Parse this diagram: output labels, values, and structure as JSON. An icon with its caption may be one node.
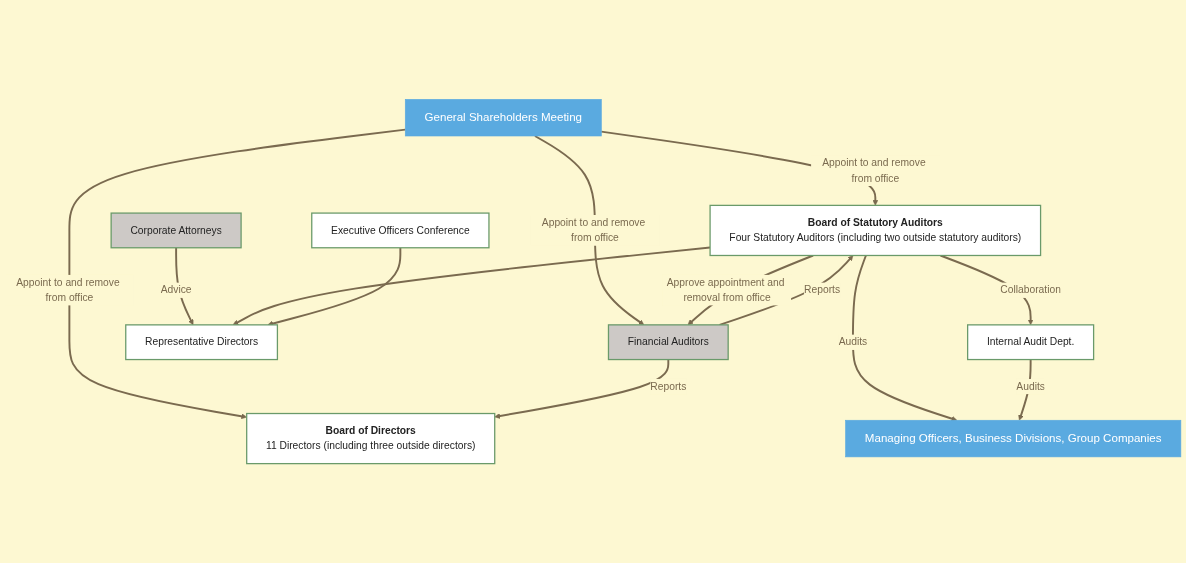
{
  "diagram": {
    "nodes": [
      {
        "text": [
          "General Shareholders Meeting"
        ]
      },
      {
        "text": [
          "Board of Directors",
          "11 Directors (including three outside directors)"
        ]
      },
      {
        "text": [
          "Board of Statutory Auditors",
          "Four Statutory Auditors (including two outside statutory auditors)"
        ]
      },
      {
        "text": [
          "Financial Auditors"
        ]
      },
      {
        "text": [
          "Corporate Attorneys"
        ]
      },
      {
        "text": [
          "Representative Directors"
        ]
      },
      {
        "text": [
          "Internal Audit Dept."
        ]
      },
      {
        "text": [
          "Executive Officers Conference"
        ]
      },
      {
        "text": [
          "Managing Officers, Business Divisions, Group Companies"
        ]
      }
    ],
    "edges": [
      {
        "from": 0,
        "to": 1,
        "arrow": "to",
        "label": "Appoint to and remove from office"
      },
      {
        "from": 0,
        "to": 2,
        "arrow": "to",
        "label": "Appoint to and remove from office"
      },
      {
        "from": 0,
        "to": 3,
        "arrow": "to",
        "label": "Appoint to and remove from office"
      },
      {
        "from": 3,
        "to": 1,
        "arrow": "to",
        "label": "Reports"
      },
      {
        "from": 3,
        "to": 2,
        "arrow": "to",
        "label": "Reports"
      },
      {
        "from": 2,
        "to": 3,
        "arrow": "to",
        "label": "Approve appointment and removal from office"
      },
      {
        "from": 4,
        "to": 5,
        "arrow": "to",
        "label": "Advice"
      },
      {
        "from": 2,
        "to": 5,
        "arrow": "to"
      },
      {
        "from": 2,
        "to": 6,
        "arrow": "to",
        "label": "Collaboration"
      },
      {
        "from": 7,
        "to": 5,
        "arrow": "to"
      },
      {
        "from": 2,
        "to": 8,
        "arrow": "to",
        "label": "Audits"
      },
      {
        "from": 6,
        "to": 8,
        "arrow": "to",
        "label": "Audits"
      }
    ]
  }
}
